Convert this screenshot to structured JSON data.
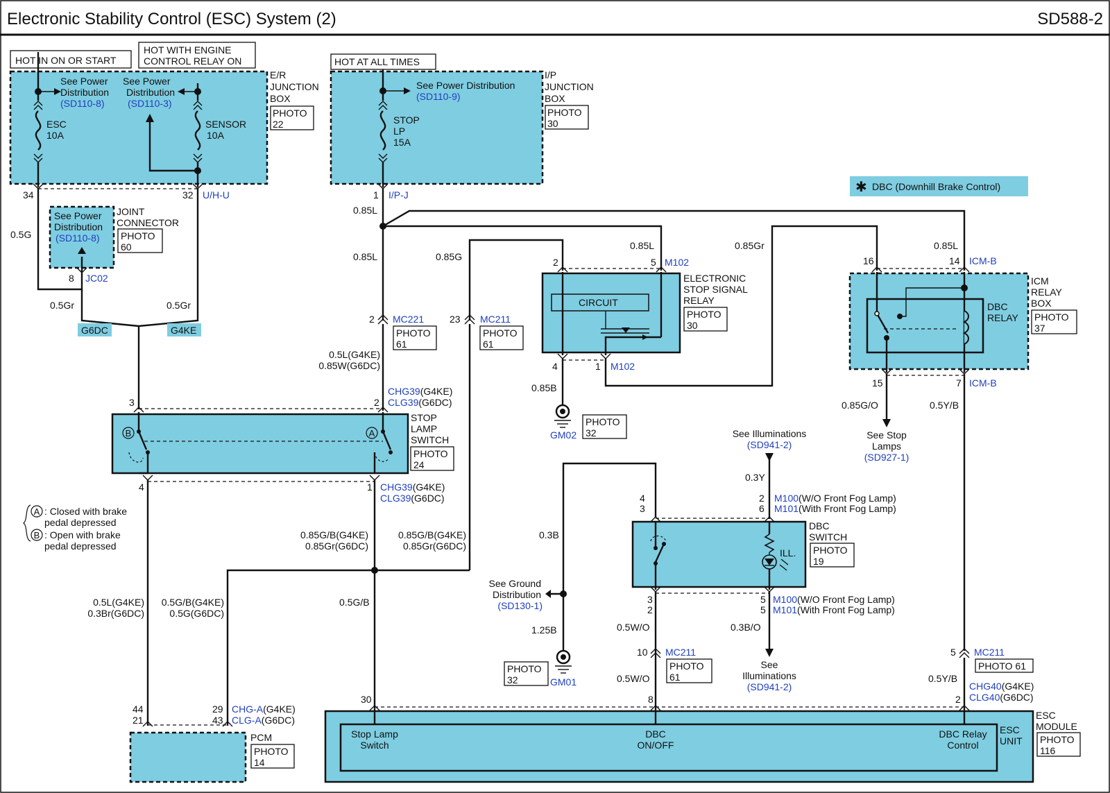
{
  "header": {
    "title": "Electronic Stability Control (ESC) System (2)",
    "code": "SD588-2"
  },
  "supplies": {
    "hot_in_on_or_start": "HOT IN ON OR START",
    "hot_engine_relay_line1": "HOT WITH ENGINE",
    "hot_engine_relay_line2": "CONTROL RELAY ON",
    "hot_at_all_times": "HOT AT ALL TIMES"
  },
  "er_junction_box": {
    "name": [
      "E/R",
      "JUNCTION",
      "BOX"
    ],
    "photo": [
      "PHOTO",
      "22"
    ],
    "see_power_1": [
      "See Power",
      "Distribution"
    ],
    "see_power_1_ref": "(SD110-8)",
    "see_power_2": [
      "See Power",
      "Distribution"
    ],
    "see_power_2_ref": "(SD110-3)",
    "fuse_esc": [
      "ESC",
      "10A"
    ],
    "fuse_sensor": [
      "SENSOR",
      "10A"
    ],
    "pin_left": "34",
    "pin_right": "32",
    "connector": "U/H-U"
  },
  "ip_junction_box": {
    "name": [
      "I/P",
      "JUNCTION",
      "BOX"
    ],
    "photo": [
      "PHOTO",
      "30"
    ],
    "see_power": "See Power Distribution",
    "see_power_ref": "(SD110-9)",
    "fuse": [
      "STOP",
      "LP",
      "15A"
    ],
    "pin": "1",
    "connector": "I/P-J"
  },
  "dbc_note": "DBC (Downhill Brake Control)",
  "joint_connector": {
    "name": [
      "JOINT",
      "CONNECTOR"
    ],
    "photo": [
      "PHOTO",
      "60"
    ],
    "see_power": [
      "See Power",
      "Distribution"
    ],
    "see_power_ref": "(SD110-8)",
    "pin": "8",
    "connector": "JC02"
  },
  "wires": {
    "w_05G": "0.5G",
    "w_05Gr_left": "0.5Gr",
    "w_05Gr_right": "0.5Gr",
    "w_085L_top": "0.85L",
    "w_085L_mid": "0.85L",
    "w_085G": "0.85G",
    "w_085L_m102": "0.85L",
    "w_085Gr": "0.85Gr",
    "w_085L_icm": "0.85L",
    "w_05L_G4KE": "0.5L(G4KE)",
    "w_085W_G6DC": "0.85W(G6DC)",
    "w_085B": "0.85B",
    "w_085GO": "0.85G/O",
    "w_05YB_top": "0.5Y/B",
    "w_03Y": "0.3Y",
    "w_085GB_left": "0.85G/B(G4KE)",
    "w_085Gr_left": "0.85Gr(G6DC)",
    "w_085GB_right": "0.85G/B(G4KE)",
    "w_085Gr_right": "0.85Gr(G6DC)",
    "w_03B": "0.3B",
    "w_05L_pcm": "0.5L(G4KE)",
    "w_03Br_pcm": "0.3Br(G6DC)",
    "w_05GB_pcm": "0.5G/B(G4KE)",
    "w_05G_pcm": "0.5G(G6DC)",
    "w_05GB": "0.5G/B",
    "w_125B": "1.25B",
    "w_05WO_top": "0.5W/O",
    "w_05WO_bot": "0.5W/O",
    "w_03BO": "0.3B/O",
    "w_05YB_bot": "0.5Y/B"
  },
  "engine_tags": {
    "left": "G6DC",
    "right": "G4KE"
  },
  "connectors": {
    "mc221": {
      "pin": "2",
      "name": "MC221",
      "photo": [
        "PHOTO",
        "61"
      ]
    },
    "mc211_a": {
      "pin": "23",
      "name": "MC211",
      "photo": [
        "PHOTO",
        "61"
      ]
    },
    "chg39_top": {
      "pin_l": "3",
      "pin_r": "2",
      "name1": "CHG39",
      "name1_sfx": "(G4KE)",
      "name2": "CLG39",
      "name2_sfx": "(G6DC)"
    },
    "chg39_bot": {
      "pin_l": "4",
      "pin_r": "1",
      "name1": "CHG39",
      "name1_sfx": "(G4KE)",
      "name2": "CLG39",
      "name2_sfx": "(G6DC)"
    },
    "m102_top": {
      "pin_l": "2",
      "pin_r": "5",
      "name": "M102"
    },
    "m102_bot": {
      "pin_l": "4",
      "pin_r": "1",
      "name": "M102"
    },
    "icm_top": {
      "pin_l": "16",
      "pin_r": "14",
      "name": "ICM-B"
    },
    "icm_bot": {
      "pin_l": "15",
      "pin_r": "7",
      "name": "ICM-B"
    },
    "dbc_top": {
      "pin_a": "4",
      "pin_b": "3",
      "pin_c": "2",
      "pin_d": "6",
      "m100": "M100",
      "m100_sfx": "(W/O Front Fog Lamp)",
      "m101": "M101",
      "m101_sfx": "(With Front Fog Lamp)"
    },
    "dbc_bot": {
      "pin_a": "3",
      "pin_b": "2",
      "pin_c": "5",
      "pin_d": "5",
      "m100": "M100",
      "m100_sfx": "(W/O Front Fog Lamp)",
      "m101": "M101",
      "m101_sfx": "(With Front Fog Lamp)"
    },
    "mc211_b": {
      "pin": "10",
      "name": "MC211",
      "photo": [
        "PHOTO",
        "61"
      ]
    },
    "mc211_c": {
      "pin": "5",
      "name": "MC211",
      "photo": "PHOTO 61"
    },
    "pcm": {
      "pin_a": "44",
      "pin_b": "21",
      "pin_c": "29",
      "pin_d": "43",
      "name1": "CHG-A",
      "name1_sfx": "(G4KE)",
      "name2": "CLG-A",
      "name2_sfx": "(G6DC)"
    },
    "esc": {
      "pin_a": "30",
      "pin_b": "8",
      "pin_c": "2",
      "name1": "CHG40",
      "name1_sfx": "(G4KE)",
      "name2": "CLG40",
      "name2_sfx": "(G6DC)"
    }
  },
  "stop_signal_relay": {
    "name": [
      "ELECTRONIC",
      "STOP SIGNAL",
      "RELAY"
    ],
    "photo": [
      "PHOTO",
      "30"
    ],
    "circuit": "CIRCUIT"
  },
  "icm_relay_box": {
    "name": [
      "ICM",
      "RELAY",
      "BOX"
    ],
    "photo": [
      "PHOTO",
      "37"
    ],
    "relay": [
      "DBC",
      "RELAY"
    ]
  },
  "stop_lamp_switch": {
    "name": [
      "STOP",
      "LAMP",
      "SWITCH"
    ],
    "photo": [
      "PHOTO",
      "24"
    ],
    "mark_a": "A",
    "mark_b": "B"
  },
  "grounds": {
    "gm02": "GM02",
    "gm02_photo": [
      "PHOTO",
      "32"
    ],
    "gm01": "GM01",
    "gm01_photo": [
      "PHOTO",
      "32"
    ]
  },
  "references": {
    "see_stop_lamps": [
      "See Stop",
      "Lamps"
    ],
    "see_stop_lamps_ref": "(SD927-1)",
    "see_illum_top": "See Illuminations",
    "see_illum_top_ref": "(SD941-2)",
    "see_ground": [
      "See Ground",
      "Distribution"
    ],
    "see_ground_ref": "(SD130-1)",
    "see_illum_bot": [
      "See",
      "Illuminations"
    ],
    "see_illum_bot_ref": "(SD941-2)"
  },
  "dbc_switch": {
    "name": [
      "DBC",
      "SWITCH"
    ],
    "photo": [
      "PHOTO",
      "19"
    ],
    "ill": "ILL."
  },
  "legend": {
    "a_mark": "A",
    "a_text1": ": Closed with brake",
    "a_text2": "pedal depressed",
    "b_mark": "B",
    "b_text1": ": Open with brake",
    "b_text2": "pedal depressed"
  },
  "pcm": {
    "name": "PCM",
    "photo": [
      "PHOTO",
      "14"
    ]
  },
  "esc_module": {
    "name": [
      "ESC",
      "MODULE"
    ],
    "photo": [
      "PHOTO",
      "116"
    ],
    "unit": [
      "ESC",
      "UNIT"
    ],
    "stop_lamp_switch": [
      "Stop Lamp",
      "Switch"
    ],
    "dbc_onoff": [
      "DBC",
      "ON/OFF"
    ],
    "dbc_relay_control": [
      "DBC Relay",
      "Control"
    ]
  }
}
